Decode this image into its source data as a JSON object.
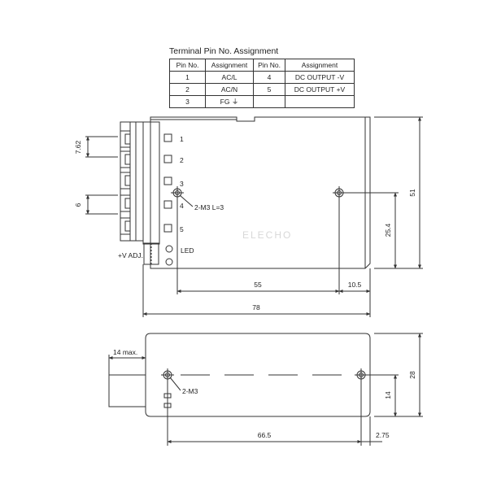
{
  "pin_table": {
    "title": "Terminal Pin No.  Assignment",
    "headers": [
      "Pin No.",
      "Assignment",
      "Pin No.",
      "Assignment"
    ],
    "rows": [
      [
        "1",
        "AC/L",
        "4",
        "DC OUTPUT -V"
      ],
      [
        "2",
        "AC/N",
        "5",
        "DC OUTPUT +V"
      ],
      [
        "3",
        "FG ⏚",
        "",
        ""
      ]
    ]
  },
  "front_view": {
    "terminal_numbers": [
      "1",
      "2",
      "3",
      "4",
      "5"
    ],
    "dim_pitch": "7.62",
    "dim_pin_gap": "6",
    "mount_label": "2-M3 L=3",
    "vadj_label": "+V ADJ.",
    "led_label": "LED",
    "dim_55": "55",
    "dim_10_5": "10.5",
    "dim_78": "78",
    "dim_51": "51",
    "dim_25_4": "25.4",
    "watermark": "ELECHO"
  },
  "bottom_view": {
    "dim_14max": "14 max.",
    "mount_label": "2-M3",
    "dim_28": "28",
    "dim_14": "14",
    "dim_66_5": "66.5",
    "dim_2_75": "2.75"
  }
}
